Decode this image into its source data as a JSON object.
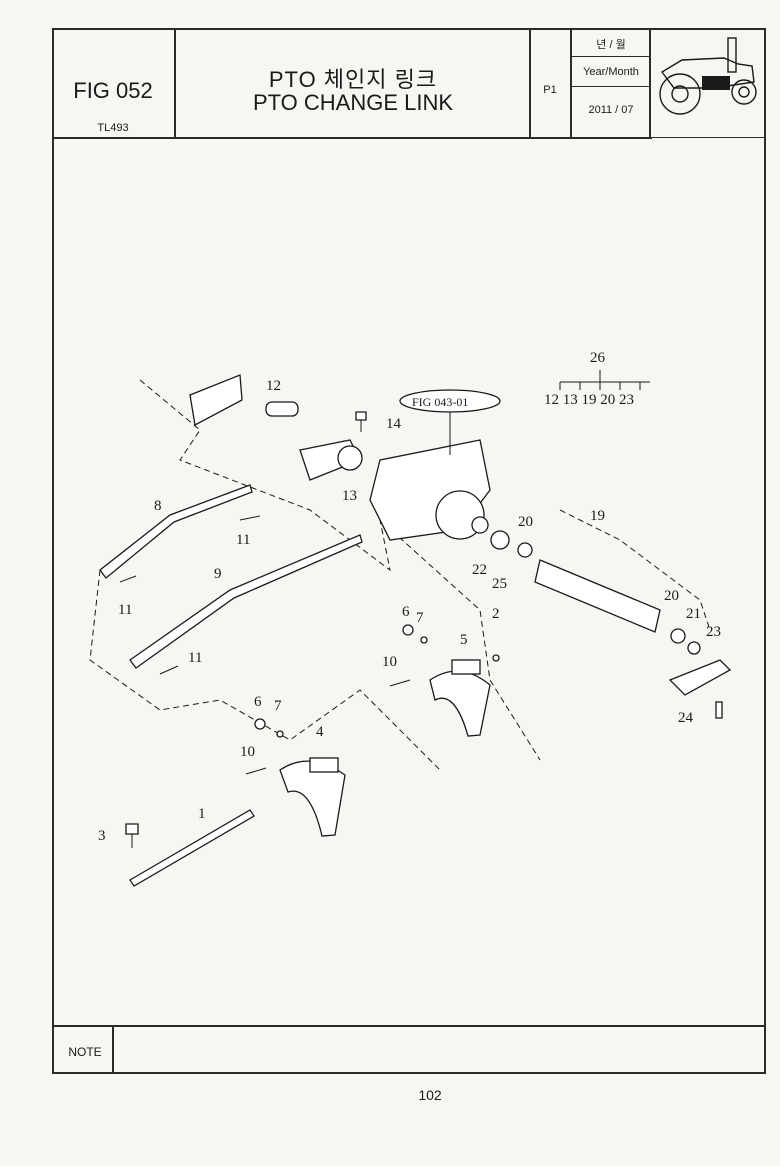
{
  "header": {
    "fig_number": "FIG 052",
    "model": "TL493",
    "title_korean": "PTO 체인지 링크",
    "title_english": "PTO CHANGE LINK",
    "page_code": "P1",
    "year_month_korean": "년 / 월",
    "year_month_label": "Year/Month",
    "year_month_value": "2011 / 07"
  },
  "diagram": {
    "reference": "FIG 043-01",
    "callouts": [
      "1",
      "2",
      "3",
      "4",
      "5",
      "6",
      "7",
      "8",
      "9",
      "10",
      "11",
      "12",
      "13",
      "14",
      "19",
      "20",
      "21",
      "22",
      "23",
      "24",
      "25",
      "26"
    ],
    "group_26_members": "12 13 19 20 23"
  },
  "note": {
    "label": "NOTE",
    "text": ""
  },
  "footer": {
    "page_number": "102"
  },
  "colors": {
    "ink": "#1a1a1a",
    "paper": "#f7f6f2"
  }
}
